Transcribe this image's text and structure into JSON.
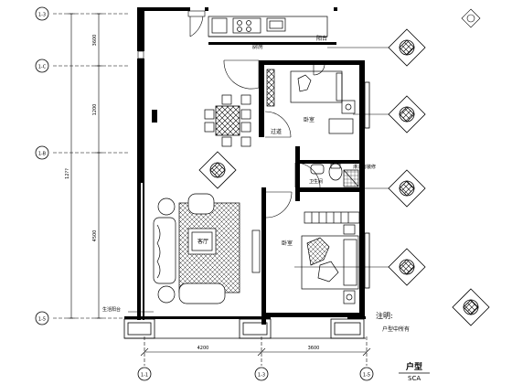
{
  "axis_bubbles": {
    "left": [
      "1-3",
      "1-C",
      "1-B",
      "1-5"
    ],
    "bottom": [
      "1-1",
      "1-3",
      "1-5"
    ]
  },
  "dimensions": {
    "vertical_total": "12??",
    "vertical_upper": "3600",
    "vertical_middle": "1200",
    "vertical_lower": "4500",
    "bottom_left": "4200",
    "bottom_right": "3600"
  },
  "room_labels": {
    "kitchen": "厨房",
    "balcony_top": "阳台",
    "bedroom_top": "卧室",
    "corridor": "过道",
    "bathroom": "卫生间",
    "living": "客厅",
    "bedroom_bottom": "卧室",
    "living_balcony": "生活阳台",
    "bath_note": "淋浴房装修"
  },
  "notes": {
    "title": "注明:",
    "line1": "户型中所有"
  },
  "footer": {
    "title": "户型",
    "scale": "SCA"
  },
  "colors": {
    "line": "#000000",
    "background": "#ffffff"
  }
}
